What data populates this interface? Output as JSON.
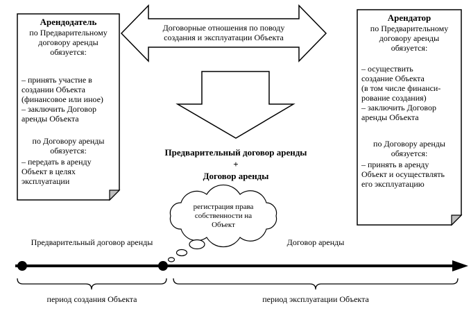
{
  "colors": {
    "fold": "#bdbdbd",
    "stroke": "#000000",
    "fill": "#ffffff"
  },
  "lessor": {
    "title": "Арендодатель",
    "intro": "по Предварительному\nдоговору аренды\nобязуется:",
    "duties_preliminary": "– принять участие в\nсоздании Объекта\n(финансовое или иное)\n– заключить Договор\nаренды Объекта",
    "lease_heading": "по Договору аренды\nобязуется:",
    "duties_lease": "– передать в аренду\nОбъект в целях\nэксплуатации"
  },
  "lessee": {
    "title": "Арендатор",
    "intro": "по Предварительному\nдоговору аренды\nобязуется:",
    "duties_preliminary": "– осуществить\nсоздание Объекта\n(в том числе финанси-\nрование создания)\n– заключить Договор\nаренды Объекта",
    "lease_heading": "по Договору аренды\nобязуется:",
    "duties_lease": "– принять в аренду\nОбъект и осуществлять\nего эксплуатацию"
  },
  "relationship_arrow": {
    "label": "Договорные отношения по поводу\nсоздания и эксплуатации Объекта"
  },
  "contracts": {
    "line1": "Предварительный договор аренды",
    "plus": "+",
    "line2": "Договор аренды"
  },
  "cloud": {
    "label": "регистрация права\nсобственности на\nОбъект"
  },
  "timeline": {
    "left_label": "Предварительный договор аренды",
    "right_label": "Договор аренды",
    "left_period": "период создания Объекта",
    "right_period": "период эксплуатации Объекта"
  }
}
